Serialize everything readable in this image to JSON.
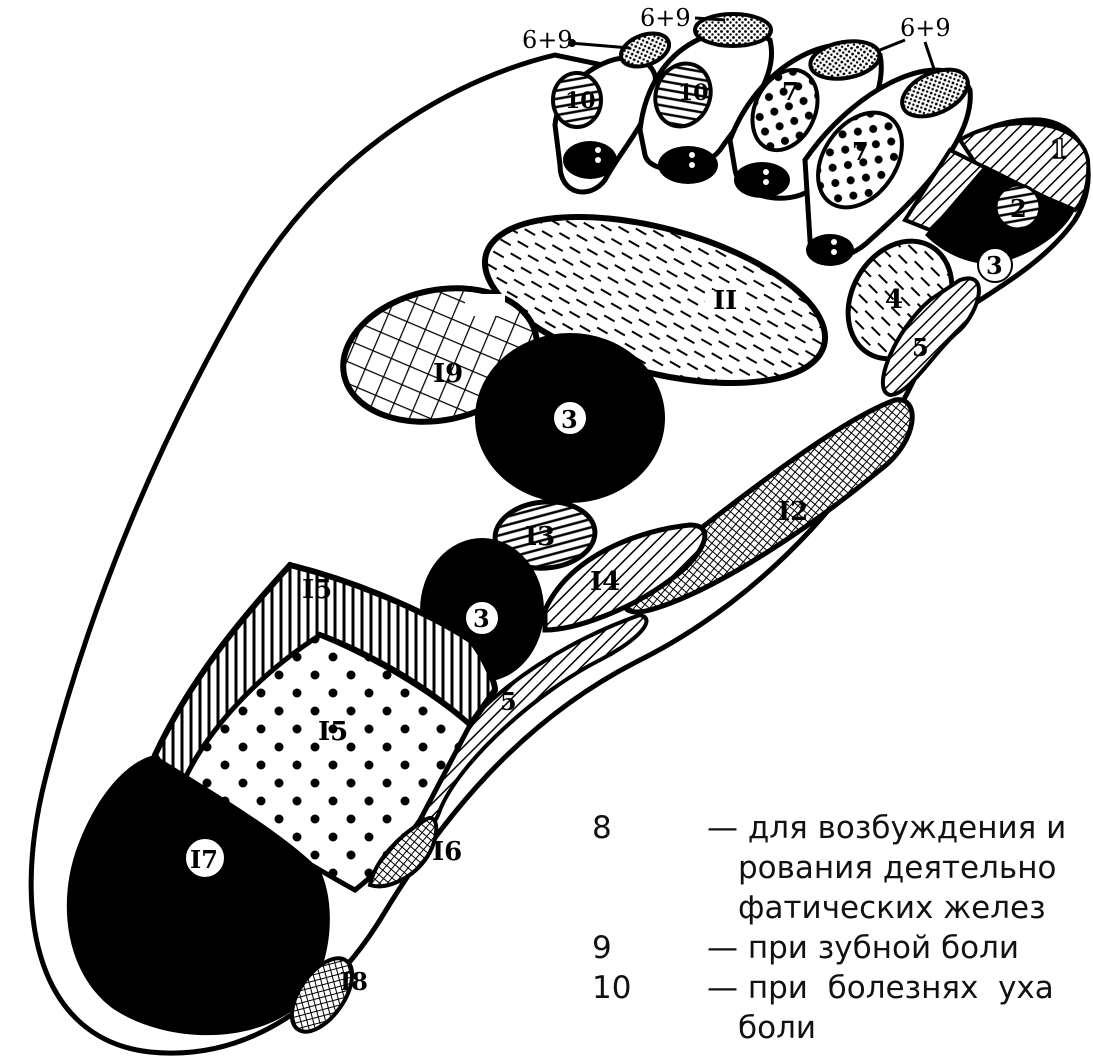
{
  "diagram": {
    "zone_labels": {
      "z1": "1",
      "z2": "2",
      "z3_big": "3",
      "z3_small": "3",
      "z3_toe": "3",
      "z4": "4",
      "z5_ball": "5",
      "z5_mid": "5",
      "z6_9_left": "6+9",
      "z6_9_top": "6+9",
      "z6_9_right": "6+9",
      "z7_a": "7",
      "z7_b": "7",
      "z10_a": "10",
      "z10_b": "10",
      "z11": "II",
      "z12": "I2",
      "z13": "I3",
      "z14": "I4",
      "z15_upper": "I5",
      "z15_lower": "I5",
      "z16": "I6",
      "z17": "I7",
      "z18": "I8",
      "z19": "I9"
    }
  },
  "legend": {
    "rows": [
      {
        "num": "8",
        "text": "— для возбуждения и",
        "cont": [
          "рования деятельно",
          "фатических желез"
        ]
      },
      {
        "num": "9",
        "text": "— при зубной боли",
        "cont": []
      },
      {
        "num": "10",
        "text": "— при  болезнях  уха",
        "cont": [
          "боли"
        ]
      }
    ]
  }
}
